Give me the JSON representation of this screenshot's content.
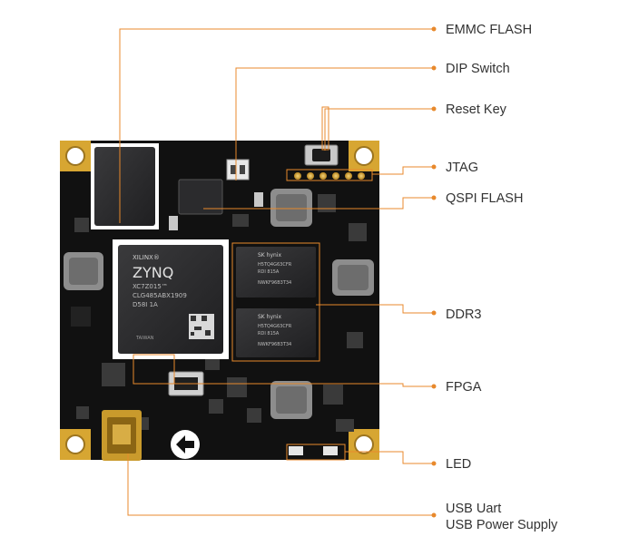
{
  "labels": {
    "emmc": "EMMC FLASH",
    "dip": "DIP Switch",
    "reset": "Reset Key",
    "jtag": "JTAG",
    "qspi": "QSPI FLASH",
    "ddr3": "DDR3",
    "fpga": "FPGA",
    "led": "LED",
    "usb_line1": "USB Uart",
    "usb_line2": "USB Power Supply"
  },
  "chips": {
    "fpga_brand": "XILINX®",
    "fpga_name": "ZYNQ",
    "fpga_line1": "XC7Z015™",
    "fpga_line2": "CLG485ABX1909",
    "fpga_line3": "D58I    1A",
    "fpga_origin": "TAIWAN",
    "ddr_brand": "SK hynix",
    "ddr_line1": "H5TQ4G63CFR",
    "ddr_line2": "RDI     815A",
    "ddr_line3": "NWKF96B3T34"
  },
  "colors": {
    "board": "#111111",
    "leader": "#e8892c",
    "gold": "#d7a632",
    "text": "#333333"
  }
}
